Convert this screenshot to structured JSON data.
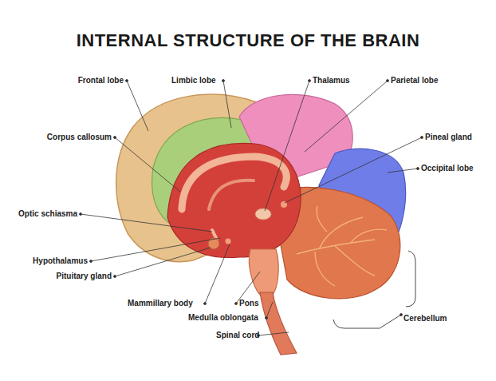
{
  "diagram": {
    "title": "INTERNAL STRUCTURE OF THE BRAIN",
    "labels": [
      "Frontal lobe",
      "Limbic lobe",
      "Thalamus",
      "Parietal lobe",
      "Corpus callosum",
      "Pineal gland",
      "Occipital lobe",
      "Optic schiasma",
      "Hypothalamus",
      "Pituitary gland",
      "Mammillary body",
      "Pons",
      "Medulla oblongata",
      "Spinal cord",
      "Cerebellum"
    ]
  }
}
